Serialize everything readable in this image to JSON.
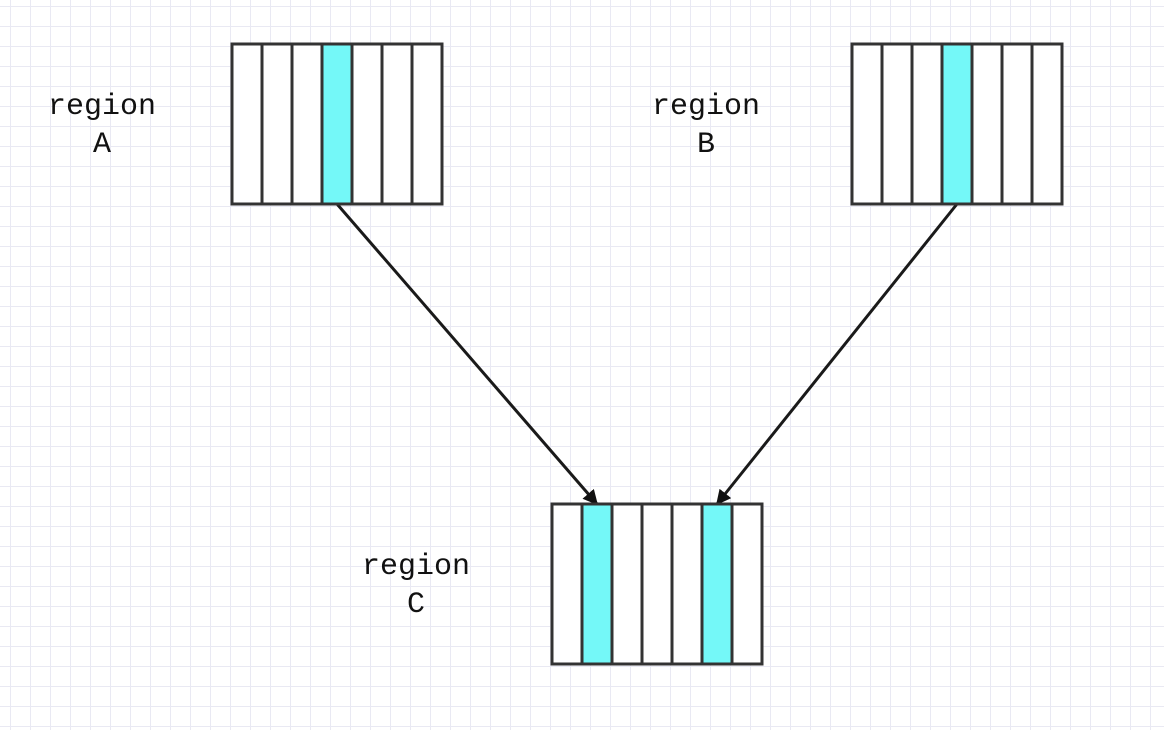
{
  "regions": [
    {
      "id": "a",
      "label_line1": "region",
      "label_line2": "A",
      "cell_count": 7,
      "highlighted_cells": [
        3
      ]
    },
    {
      "id": "b",
      "label_line1": "region",
      "label_line2": "B",
      "cell_count": 7,
      "highlighted_cells": [
        3
      ]
    },
    {
      "id": "c",
      "label_line1": "region",
      "label_line2": "C",
      "cell_count": 7,
      "highlighted_cells": [
        1,
        5
      ]
    }
  ],
  "arrows": [
    {
      "from": "region-a",
      "from_cell": 3,
      "to": "region-c",
      "to_cell": 1
    },
    {
      "from": "region-b",
      "from_cell": 3,
      "to": "region-c",
      "to_cell": 5
    }
  ],
  "colors": {
    "highlight": "#74f8f8",
    "cell_fill": "#ffffff",
    "stroke": "#333333",
    "arrow": "#1a1a1a",
    "grid": "#e9e9f3"
  }
}
